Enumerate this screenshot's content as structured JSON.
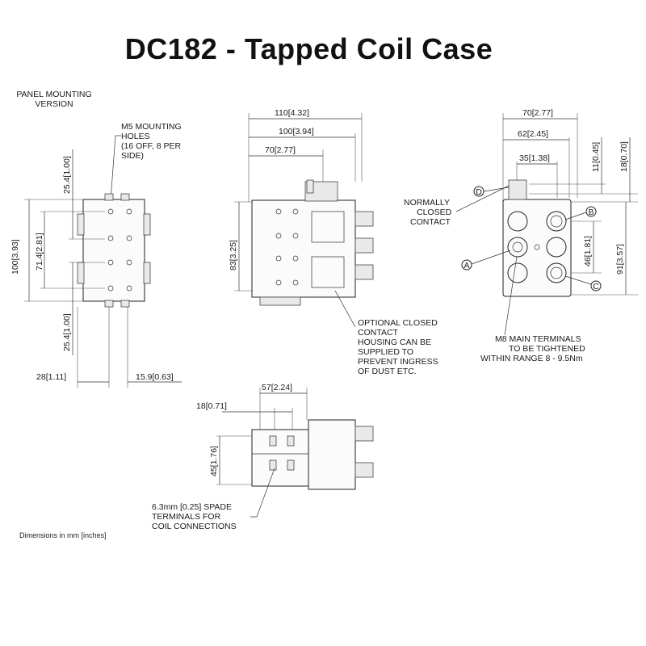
{
  "title": "DC182 - Tapped Coil Case",
  "labels": {
    "panel_version": [
      "PANEL MOUNTING",
      "VERSION"
    ],
    "mounting_holes": [
      "M5 MOUNTING",
      "HOLES",
      "(16 OFF, 8 PER",
      "SIDE)"
    ],
    "normally_closed": [
      "NORMALLY",
      "CLOSED",
      "CONTACT"
    ],
    "optional_housing": [
      "OPTIONAL CLOSED",
      "CONTACT",
      "HOUSING CAN BE",
      "SUPPLIED TO",
      "PREVENT INGRESS",
      "OF DUST ETC."
    ],
    "main_terminals": [
      "M8 MAIN TERMINALS",
      "TO BE TIGHTENED",
      "WITHIN RANGE 8 - 9.5Nm"
    ],
    "spade_terminals": [
      "6.3mm [0.25] SPADE",
      "TERMINALS FOR",
      "COIL CONNECTIONS"
    ],
    "units_note": "Dimensions in mm [inches]"
  },
  "callouts": {
    "A": "A",
    "B": "B",
    "C": "C",
    "D": "D"
  },
  "dimensions": {
    "d_25_4_top": "25.4",
    "d_1_00_top": "1.00",
    "d_100": "100",
    "d_3_93": "3.93",
    "d_71_4": "71.4",
    "d_2_81": "2.81",
    "d_25_4_bot": "25.4",
    "d_1_00_bot": "1.00",
    "d_28": "28",
    "d_1_11": "1.11",
    "d_15_9": "15.9",
    "d_0_63": "0.63",
    "d_110": "110",
    "d_4_32": "4.32",
    "d_100b": "100",
    "d_3_94": "3.94",
    "d_70": "70",
    "d_2_77": "2.77",
    "d_83": "83",
    "d_3_25": "3.25",
    "d_70r": "70",
    "d_2_77r": "2.77",
    "d_62": "62",
    "d_2_45": "2.45",
    "d_35": "35",
    "d_1_38": "1.38",
    "d_11": "11",
    "d_0_45": "0.45",
    "d_18r": "18",
    "d_0_70": "0.70",
    "d_46": "46",
    "d_1_81": "1.81",
    "d_91": "91",
    "d_3_57": "3.57",
    "d_57": "57",
    "d_2_24": "2.24",
    "d_18": "18",
    "d_0_71": "0.71",
    "d_45": "45",
    "d_1_76": "1.76"
  }
}
